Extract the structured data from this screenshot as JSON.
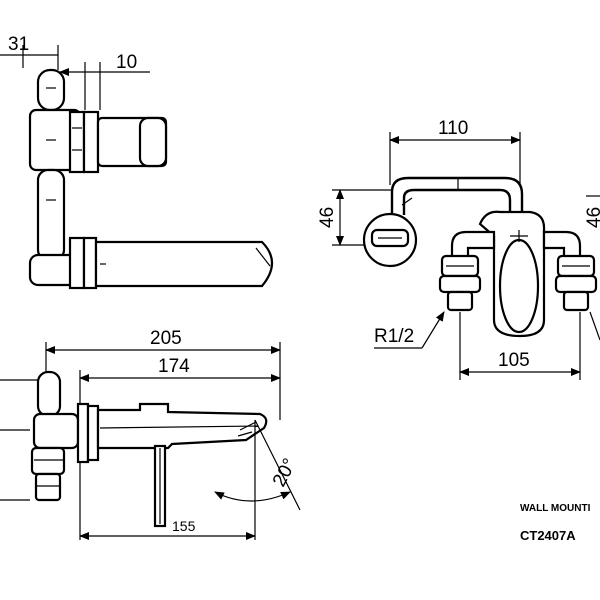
{
  "dimensions": {
    "d31": "31",
    "d10": "10",
    "d110": "110",
    "d46_left": "46",
    "d46_right": "46",
    "r12": "R1/2",
    "d105": "105",
    "d205": "205",
    "d174": "174",
    "d155": "155",
    "angle": "20°"
  },
  "caption": {
    "mount": "WALL MOUNTI",
    "model": "CT2407A"
  }
}
